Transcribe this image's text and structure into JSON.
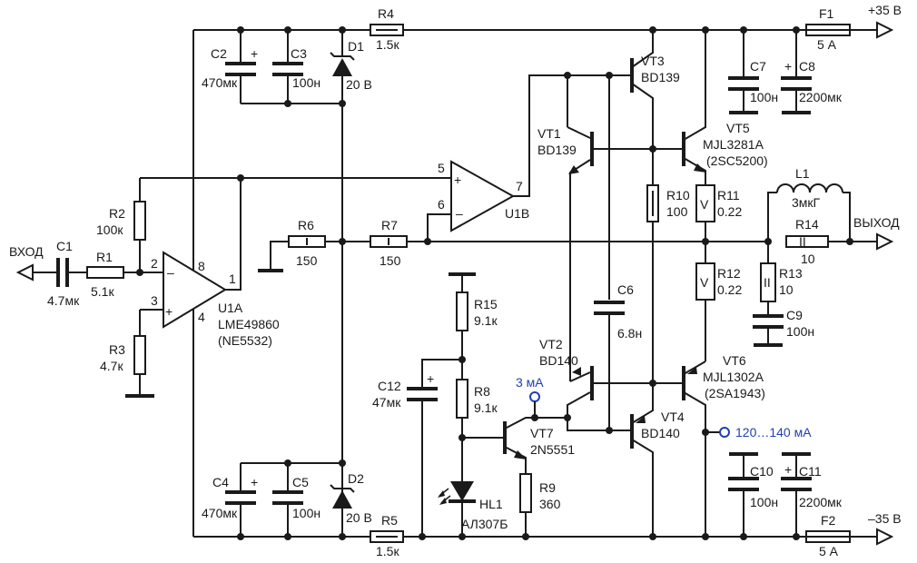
{
  "labels": {
    "input": "ВХОД",
    "output": "ВЫХОД",
    "vpos": "+35 В",
    "vneg": "–35 В",
    "probe_3ma": "3 мА",
    "probe_bias": "120…140 мА"
  },
  "components": {
    "C1": {
      "ref": "C1",
      "value": "4.7мк"
    },
    "R1": {
      "ref": "R1",
      "value": "5.1к"
    },
    "R2": {
      "ref": "R2",
      "value": "100к"
    },
    "R3": {
      "ref": "R3",
      "value": "4.7к"
    },
    "U1A": {
      "ref": "U1A",
      "part": "LME49860",
      "alt": "(NE5532)",
      "pin_inv": "2",
      "pin_noninv": "3",
      "pin_out": "1",
      "pin_vpos": "8",
      "pin_vneg": "4"
    },
    "U1B": {
      "ref": "U1B",
      "pin_noninv": "5",
      "pin_inv": "6",
      "pin_out": "7"
    },
    "C2": {
      "ref": "C2",
      "value": "470мк"
    },
    "C3": {
      "ref": "C3",
      "value": "100н"
    },
    "D1": {
      "ref": "D1",
      "value": "20 В"
    },
    "R4": {
      "ref": "R4",
      "value": "1.5к"
    },
    "C4": {
      "ref": "C4",
      "value": "470мк"
    },
    "C5": {
      "ref": "C5",
      "value": "100н"
    },
    "D2": {
      "ref": "D2",
      "value": "20 В"
    },
    "R5": {
      "ref": "R5",
      "value": "1.5к"
    },
    "R6": {
      "ref": "R6",
      "value": "150"
    },
    "R7": {
      "ref": "R7",
      "value": "150"
    },
    "VT1": {
      "ref": "VT1",
      "part": "BD139"
    },
    "VT2": {
      "ref": "VT2",
      "part": "BD140"
    },
    "VT3": {
      "ref": "VT3",
      "part": "BD139"
    },
    "VT4": {
      "ref": "VT4",
      "part": "BD140"
    },
    "VT5": {
      "ref": "VT5",
      "part": "MJL3281A",
      "alt": "(2SC5200)"
    },
    "VT6": {
      "ref": "VT6",
      "part": "MJL1302A",
      "alt": "(2SA1943)"
    },
    "VT7": {
      "ref": "VT7",
      "part": "2N5551"
    },
    "C6": {
      "ref": "C6",
      "value": "6.8н"
    },
    "R10": {
      "ref": "R10",
      "value": "100"
    },
    "R11": {
      "ref": "R11",
      "value": "0.22"
    },
    "R12": {
      "ref": "R12",
      "value": "0.22"
    },
    "R13": {
      "ref": "R13",
      "value": "10"
    },
    "R14": {
      "ref": "R14",
      "value": "10"
    },
    "L1": {
      "ref": "L1",
      "value": "3мкГ"
    },
    "C9": {
      "ref": "C9",
      "value": "100н"
    },
    "C7": {
      "ref": "C7",
      "value": "100н"
    },
    "C8": {
      "ref": "C8",
      "value": "2200мк"
    },
    "C10": {
      "ref": "C10",
      "value": "100н"
    },
    "C11": {
      "ref": "C11",
      "value": "2200мк"
    },
    "F1": {
      "ref": "F1",
      "value": "5 А"
    },
    "F2": {
      "ref": "F2",
      "value": "5 А"
    },
    "R15": {
      "ref": "R15",
      "value": "9.1к"
    },
    "R8": {
      "ref": "R8",
      "value": "9.1к"
    },
    "R9": {
      "ref": "R9",
      "value": "360"
    },
    "C12": {
      "ref": "C12",
      "value": "47мк"
    },
    "HL1": {
      "ref": "HL1",
      "part": "АЛ307Б"
    }
  },
  "symbols": {
    "plus": "+",
    "minus": "–",
    "r_fixed": "I",
    "r_nonind": "II",
    "r_wire": "V"
  }
}
